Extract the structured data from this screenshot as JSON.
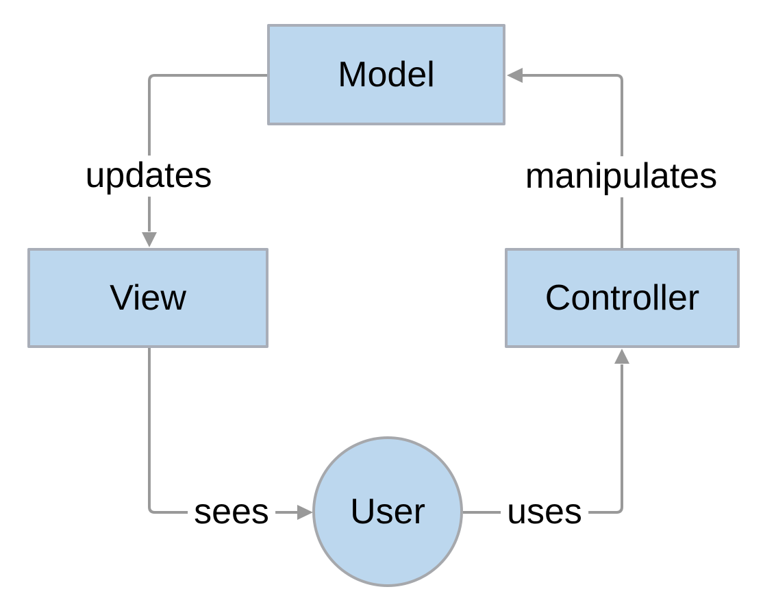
{
  "diagram": {
    "type": "mvc-architecture",
    "nodes": {
      "model": {
        "label": "Model",
        "shape": "rectangle"
      },
      "view": {
        "label": "View",
        "shape": "rectangle"
      },
      "controller": {
        "label": "Controller",
        "shape": "rectangle"
      },
      "user": {
        "label": "User",
        "shape": "circle"
      }
    },
    "edges": {
      "updates": {
        "label": "updates",
        "from": "Model",
        "to": "View",
        "arrow_direction": "down"
      },
      "manipulates": {
        "label": "manipulates",
        "from": "Controller",
        "to": "Model",
        "arrow_direction": "left"
      },
      "sees": {
        "label": "sees",
        "from": "View",
        "to": "User",
        "arrow_direction": "right"
      },
      "uses": {
        "label": "uses",
        "from": "User",
        "to": "Controller",
        "arrow_direction": "up"
      }
    },
    "colors": {
      "background": "#ffffff",
      "node_fill": "#bcd7ee",
      "node_border": "#a9aeb8",
      "circle_border": "#a6a8ac",
      "connector": "#999999",
      "label_text": "#000000"
    }
  }
}
